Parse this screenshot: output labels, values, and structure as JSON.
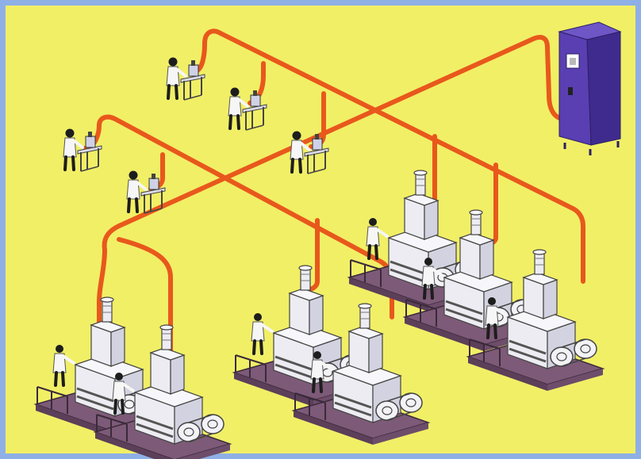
{
  "diagram": {
    "kind": "centralized dust/fume extraction ducting layout",
    "colors": {
      "background": "#f1ef66",
      "border": "#8fb0e6",
      "duct": "#e8581c",
      "collector": "#5a3fb3",
      "machine": "#ececf2",
      "machine_shadow": "#7d5a78",
      "worker_coat": "#f6f6f6",
      "worker_dark": "#1d1d1d"
    },
    "collector_panel_text": "",
    "workstations": [
      {
        "id": "bench-1",
        "type": "workbench-with-operator"
      },
      {
        "id": "bench-2",
        "type": "workbench-with-operator"
      },
      {
        "id": "bench-3",
        "type": "workbench-with-operator"
      },
      {
        "id": "bench-4",
        "type": "workbench-with-operator"
      },
      {
        "id": "bench-5",
        "type": "workbench-with-operator"
      }
    ],
    "machines": [
      {
        "id": "machine-1",
        "type": "machine-with-operator"
      },
      {
        "id": "machine-2",
        "type": "machine-with-operator"
      },
      {
        "id": "machine-3",
        "type": "machine-with-operator"
      },
      {
        "id": "machine-4",
        "type": "machine-with-operator"
      },
      {
        "id": "machine-5",
        "type": "machine-with-operator"
      },
      {
        "id": "machine-6",
        "type": "machine-with-operator"
      },
      {
        "id": "machine-7",
        "type": "machine-with-operator"
      }
    ]
  }
}
